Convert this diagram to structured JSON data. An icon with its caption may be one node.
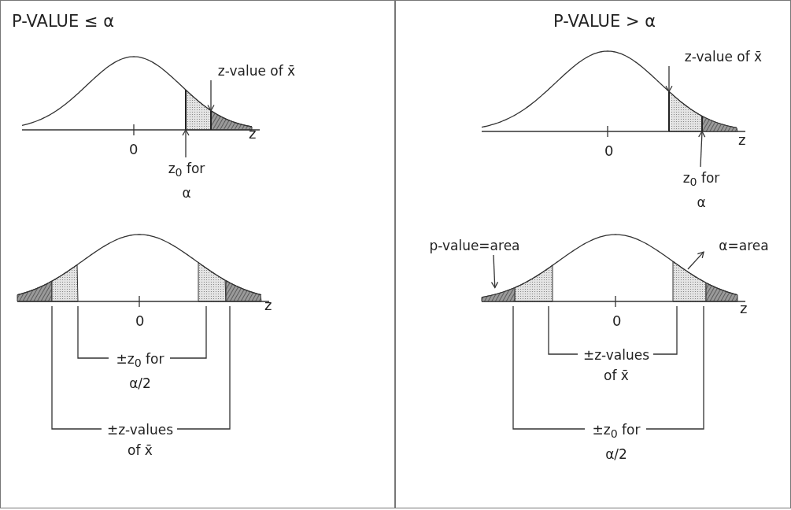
{
  "diagram": {
    "nodes": [
      {
        "text": [
          "P-VALUE ≤ α"
        ]
      },
      {
        "text": [
          "z-value of x̄"
        ],
        "in": 0
      },
      {
        "text": [
          "z$_{0}$ for α"
        ],
        "in": 0
      },
      {
        "text": [
          "±z$_{0}$ for α/2"
        ],
        "in": 0
      },
      {
        "text": [
          "±z-values of x̄"
        ],
        "in": 0
      },
      {
        "text": [
          "P-VALUE > α"
        ]
      },
      {
        "text": [
          "z-value of x̄"
        ],
        "in": 5
      },
      {
        "text": [
          "z$_{0}$ for α"
        ],
        "in": 5
      },
      {
        "text": [
          "p-value=area"
        ],
        "in": 5
      },
      {
        "text": [
          "α=area"
        ],
        "in": 5
      },
      {
        "text": [
          "±z-values of x̄"
        ],
        "in": 5
      },
      {
        "text": [
          "±z$_{0}$ for α/2"
        ],
        "in": 5
      },
      {
        "text": [],
        "shape": "bar",
        "in": 0
      },
      {
        "text": [],
        "shape": "bar",
        "in": 0
      },
      {
        "text": [],
        "shape": "bar",
        "in": 5
      },
      {
        "text": [],
        "shape": "bar",
        "in": 5
      },
      {
        "text": [],
        "shape": "area",
        "in": 5
      },
      {
        "text": [],
        "shape": "area",
        "in": 5
      }
    ],
    "edges": [
      {
        "from": 1,
        "to": 13,
        "arrow": "to"
      },
      {
        "from": 2,
        "to": 12,
        "arrow": "to"
      },
      {
        "from": 6,
        "to": 14,
        "arrow": "to"
      },
      {
        "from": 7,
        "to": 15,
        "arrow": "to"
      },
      {
        "from": 8,
        "to": 17,
        "arrow": "to"
      },
      {
        "from": null,
        "to": 9,
        "arrow": "to"
      }
    ],
    "labels": [
      "0",
      "z",
      "0",
      "z",
      "0",
      "z",
      "0",
      "z"
    ]
  }
}
